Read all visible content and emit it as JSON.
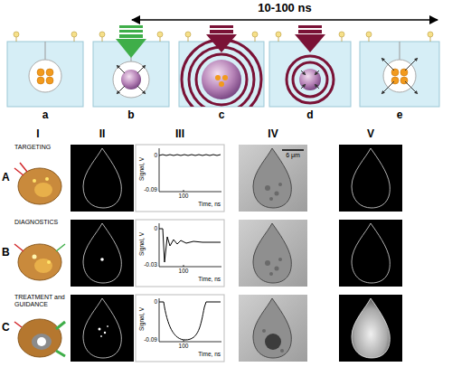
{
  "diagram": {
    "labels": [
      "10-100 ns",
      "a",
      "b",
      "c",
      "d",
      "e",
      "I",
      "II",
      "III",
      "IV",
      "V",
      "A",
      "TARGETING",
      "B",
      "DIAGNOSTICS",
      "C",
      "TREATMENT and GUIDANCE",
      "0",
      "-0.09",
      "Signal, V",
      "100",
      "Time, ns",
      "0",
      "-0.03",
      "Signal, V",
      "100",
      "Time, ns",
      "0",
      "-0.09",
      "Signal, V",
      "100",
      "Time, ns",
      "6 μm"
    ]
  }
}
